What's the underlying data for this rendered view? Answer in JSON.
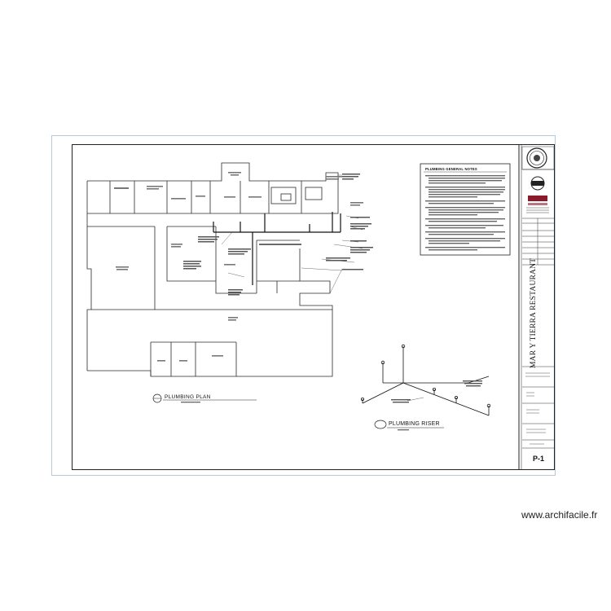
{
  "sheet": {
    "project_name": "MAR Y TIERRA RESTAURANT",
    "sheet_number": "P-1",
    "notes_title": "PLUMBING GENERAL NOTES",
    "plan_title": "PLUMBING PLAN",
    "riser_title": "PLUMBING RISER"
  },
  "colors": {
    "line": "#1a1a1a",
    "frame": "#b9c9dc",
    "stamp_red": "#8b1a2b"
  },
  "watermark": "www.archifacile.fr"
}
